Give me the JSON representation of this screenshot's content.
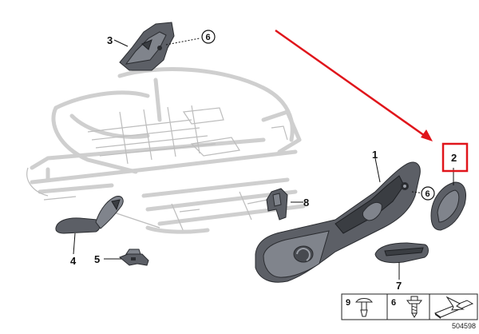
{
  "callouts": {
    "c1": "1",
    "c2": "2",
    "c3": "3",
    "c4": "4",
    "c5": "5",
    "c6a": "6",
    "c6b": "6",
    "c7": "7",
    "c8": "8"
  },
  "legend": {
    "item_a": "9",
    "item_b": "6"
  },
  "diagram_number": "504598",
  "colors": {
    "highlight_arrow": "#e0151b",
    "highlight_box": "#e0151b",
    "frame_ghost": "#cfcfcf",
    "part_gray": "#5c5f66"
  }
}
